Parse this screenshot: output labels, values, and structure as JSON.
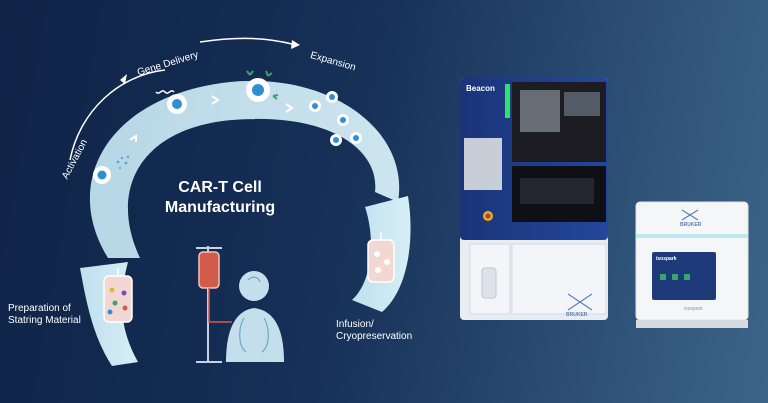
{
  "diagram": {
    "title_line1": "CAR-T Cell",
    "title_line2": "Manufacturing",
    "stages": {
      "activation": "Activation",
      "gene_delivery": "Gene Delivery",
      "expansion": "Expansion",
      "preparation_line1": "Preparation of",
      "preparation_line2": "Statring Material",
      "infusion_line1": "Infusion/",
      "infusion_line2": "Cryopreservation"
    }
  },
  "instruments": {
    "beacon_label": "Beacon",
    "beacon_brand": "BRUKER",
    "isospark_screen_label": "isospark",
    "isospark_brand": "BRUKER",
    "isospark_base_label": "isospark"
  },
  "colors": {
    "arc_fill": "#cfe8f3",
    "cell_blue": "#2f8fd1",
    "beacon_blue": "#1b3c8c",
    "tube_red": "#d35b4a"
  }
}
